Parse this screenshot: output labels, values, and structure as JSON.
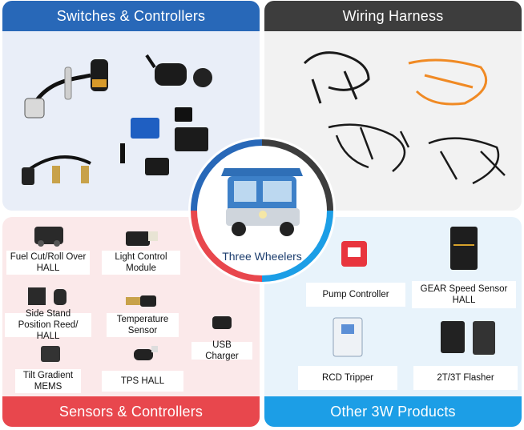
{
  "quadrants": {
    "switches": {
      "title": "Switches & Controllers",
      "color": "#2868b8"
    },
    "wiring": {
      "title": "Wiring Harness",
      "color": "#3d3d3d"
    },
    "sensors": {
      "title": "Sensors & Controllers",
      "color": "#e8474d",
      "items": [
        "Fuel Cut/Roll Over HALL",
        "Light Control Module",
        "Side Stand Position Reed/ HALL",
        "Temperature Sensor",
        "USB Charger",
        "Tilt Gradient MEMS",
        "TPS HALL"
      ]
    },
    "other": {
      "title": "Other 3W Products",
      "color": "#1c9ee6",
      "items": [
        "Pump Controller",
        "GEAR Speed Sensor HALL",
        "RCD Tripper",
        "2T/3T Flasher"
      ]
    }
  },
  "center": {
    "label": "Three Wheelers"
  }
}
